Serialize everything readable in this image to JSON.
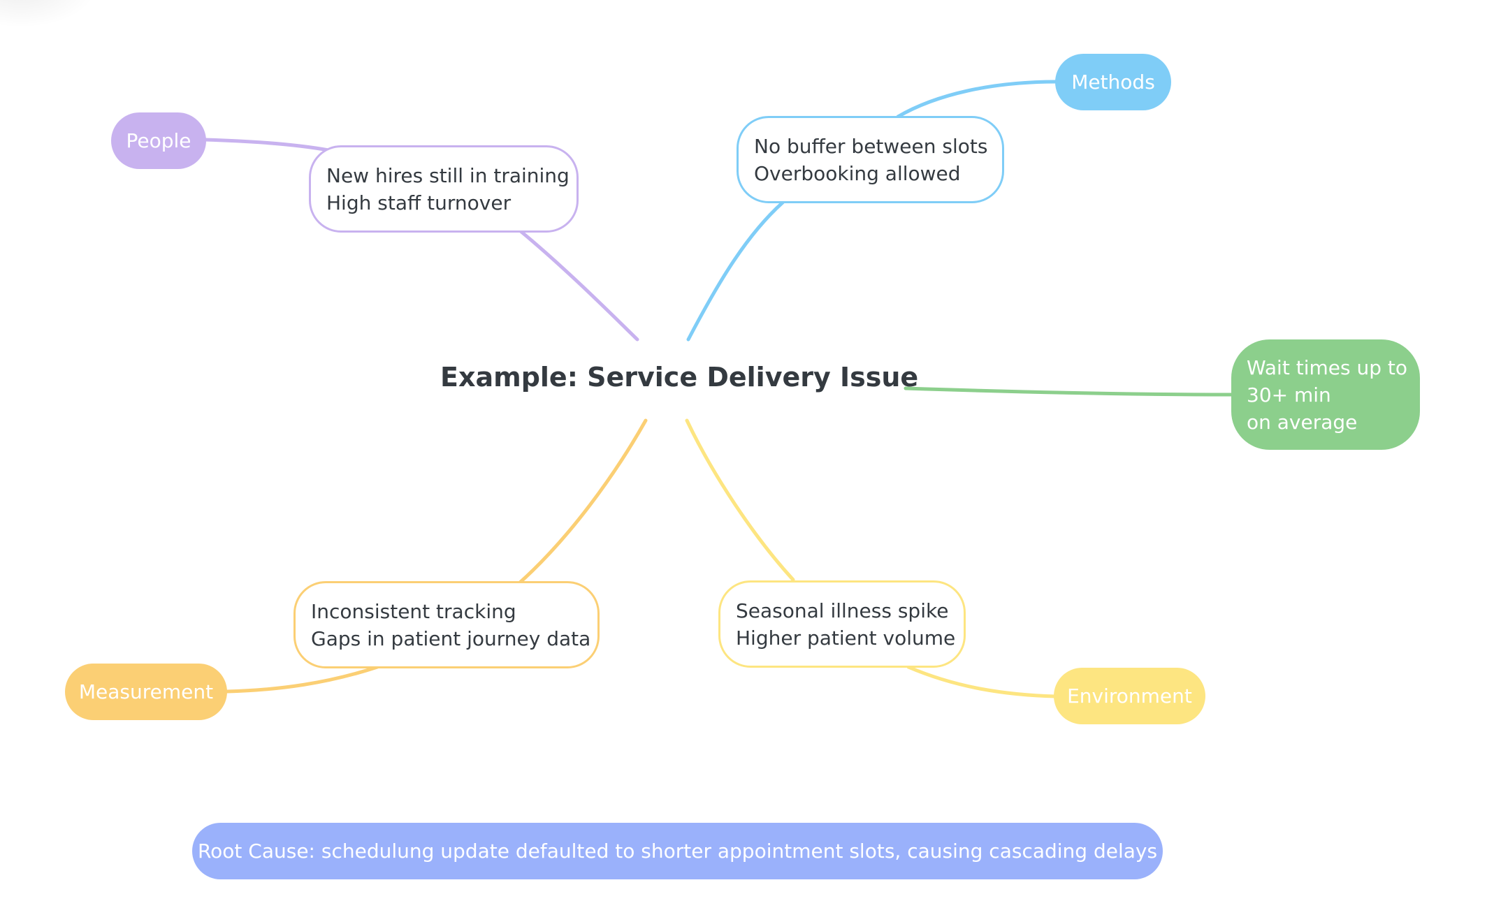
{
  "title": "Example: Service Delivery Issue",
  "categories": {
    "people": {
      "label": "People",
      "color": "#c8b2ef",
      "causes": [
        "New hires still in training",
        "High staff turnover"
      ]
    },
    "methods": {
      "label": "Methods",
      "color": "#7fcdf7",
      "causes": [
        "No buffer between slots",
        "Overbooking allowed"
      ]
    },
    "measurement": {
      "label": "Measurement",
      "color": "#fbcf74",
      "causes": [
        "Inconsistent tracking",
        "Gaps in patient journey data"
      ]
    },
    "environment": {
      "label": "Environment",
      "color": "#fde581",
      "causes": [
        "Seasonal illness spike",
        "Higher patient volume"
      ]
    }
  },
  "effect": {
    "lines": [
      "Wait times up to",
      "30+ min",
      "on average"
    ],
    "color": "#8ccf8c"
  },
  "root_cause": {
    "text": "Root Cause: schedulung update defaulted to shorter appointment slots, causing cascading delays",
    "color": "#9ab1fb"
  }
}
